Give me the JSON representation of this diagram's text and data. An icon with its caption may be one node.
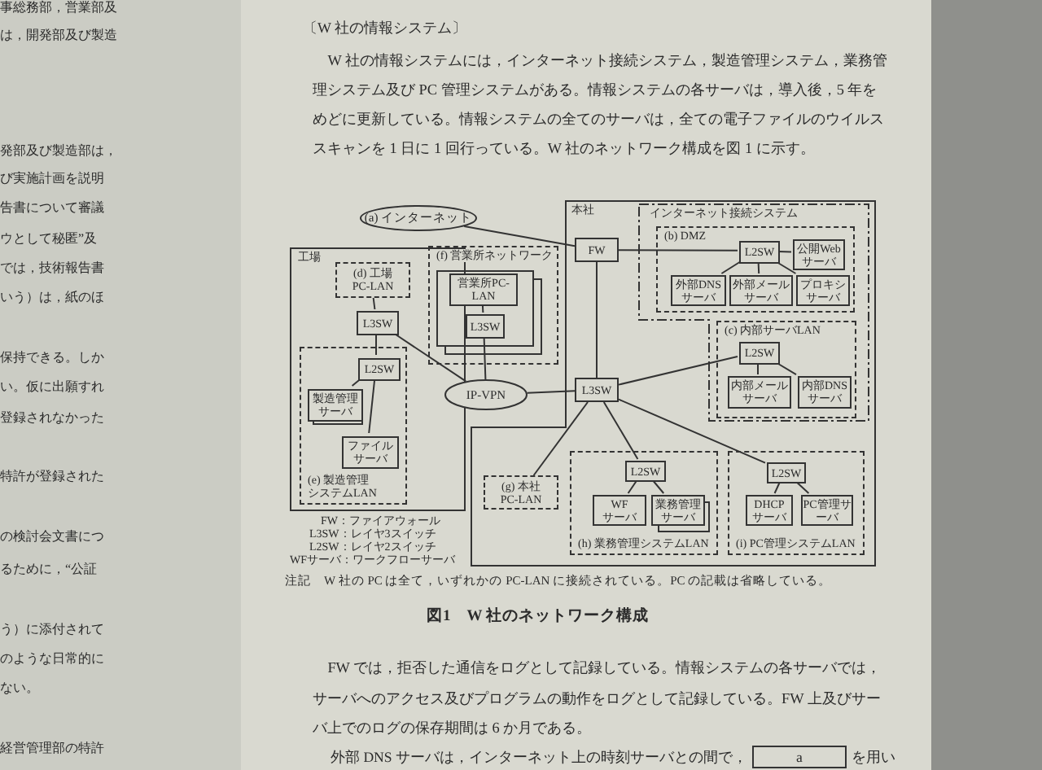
{
  "diagram": {
    "caption": "図1　W 社のネットワーク構成",
    "nodes": [
      {
        "text": [
          "工場"
        ]
      },
      {
        "text": [
          "(d) 工場PC-LAN"
        ],
        "in": 0
      },
      {
        "text": [
          "L3SW"
        ],
        "in": 0
      },
      {
        "text": [
          "(e) 製造管理システムLAN"
        ],
        "in": 0
      },
      {
        "text": [
          "L2SW"
        ],
        "in": 3
      },
      {
        "text": [
          "製造管理サーバ"
        ],
        "in": 3
      },
      {
        "text": [
          "ファイルサーバ"
        ],
        "in": 3
      },
      {
        "text": [
          "(f) 営業所ネットワーク"
        ]
      },
      {
        "text": [
          "営業所PC-LAN"
        ],
        "in": 7
      },
      {
        "text": [
          "L3SW"
        ],
        "in": 7
      },
      {
        "text": [
          "(a) インターネット"
        ]
      },
      {
        "text": [
          "IP-VPN"
        ]
      },
      {
        "text": [
          "本社"
        ]
      },
      {
        "text": [
          "FW"
        ],
        "in": 12
      },
      {
        "text": [
          "インターネット接続システム"
        ],
        "in": 12
      },
      {
        "text": [
          "(b) DMZ"
        ],
        "in": 14
      },
      {
        "text": [
          "L2SW"
        ],
        "in": 15
      },
      {
        "text": [
          "公開Webサーバ"
        ],
        "in": 15
      },
      {
        "text": [
          "外部DNSサーバ"
        ],
        "in": 15
      },
      {
        "text": [
          "外部メールサーバ"
        ],
        "in": 15
      },
      {
        "text": [
          "プロキシサーバ"
        ],
        "in": 15
      },
      {
        "text": [
          "(c) 内部サーバLAN"
        ],
        "in": 14
      },
      {
        "text": [
          "L2SW"
        ],
        "in": 21
      },
      {
        "text": [
          "内部メールサーバ"
        ],
        "in": 21
      },
      {
        "text": [
          "内部DNSサーバ"
        ],
        "in": 21
      },
      {
        "text": [
          "L3SW"
        ],
        "in": 12
      },
      {
        "text": [
          "(g) 本社PC-LAN"
        ],
        "in": 12
      },
      {
        "text": [
          "(h) 業務管理システムLAN"
        ],
        "in": 12
      },
      {
        "text": [
          "L2SW"
        ],
        "in": 27
      },
      {
        "text": [
          "WFサーバ"
        ],
        "in": 27
      },
      {
        "text": [
          "業務管理サーバ"
        ],
        "in": 27
      },
      {
        "text": [
          "(i) PC管理システムLAN"
        ],
        "in": 12
      },
      {
        "text": [
          "L2SW"
        ],
        "in": 31
      },
      {
        "text": [
          "DHCPサーバ"
        ],
        "in": 31
      },
      {
        "text": [
          "PC管理サーバ"
        ],
        "in": 31
      }
    ],
    "edges": [
      {
        "from": 10,
        "to": 13,
        "arrow": "none"
      },
      {
        "from": 13,
        "to": 16,
        "arrow": "none"
      },
      {
        "from": 16,
        "to": 17,
        "arrow": "none"
      },
      {
        "from": 16,
        "to": 18,
        "arrow": "none"
      },
      {
        "from": 16,
        "to": 19,
        "arrow": "none"
      },
      {
        "from": 16,
        "to": 20,
        "arrow": "none"
      },
      {
        "from": 13,
        "to": 25,
        "arrow": "none"
      },
      {
        "from": 25,
        "to": 22,
        "arrow": "none"
      },
      {
        "from": 22,
        "to": 23,
        "arrow": "none"
      },
      {
        "from": 22,
        "to": 24,
        "arrow": "none"
      },
      {
        "from": 25,
        "to": 11,
        "arrow": "none"
      },
      {
        "from": 25,
        "to": 26,
        "arrow": "none"
      },
      {
        "from": 25,
        "to": 28,
        "arrow": "none"
      },
      {
        "from": 25,
        "to": 32,
        "arrow": "none"
      },
      {
        "from": 28,
        "to": 29,
        "arrow": "none"
      },
      {
        "from": 28,
        "to": 30,
        "arrow": "none"
      },
      {
        "from": 32,
        "to": 33,
        "arrow": "none"
      },
      {
        "from": 32,
        "to": 34,
        "arrow": "none"
      },
      {
        "from": 11,
        "to": 9,
        "arrow": "none"
      },
      {
        "from": 9,
        "to": 8,
        "arrow": "none"
      },
      {
        "from": 11,
        "to": 2,
        "arrow": "none"
      },
      {
        "from": 2,
        "to": 1,
        "arrow": "none"
      },
      {
        "from": 2,
        "to": 4,
        "arrow": "none"
      },
      {
        "from": 4,
        "to": 5,
        "arrow": "none"
      },
      {
        "from": 4,
        "to": 6,
        "arrow": "none"
      }
    ],
    "labels": [
      "事総務部，営業部及",
      "は，開発部及び製造",
      "発部及び製造部は，",
      "び実施計画を説明",
      "告書について審議",
      "ウとして秘匿”及",
      "では，技術報告書",
      "いう）は，紙のほ",
      "保持できる。しか",
      "い。仮に出願すれ",
      "登録されなかった",
      "特許が登録された",
      "の検討会文書につ",
      "るために，“公証",
      "う）に添付されて",
      "のような日常的に",
      "ない。",
      "経営管理部の特許",
      "〔W 社の情報システム〕",
      "W 社の情報システムには，インターネット接続システム，製造管理システム，業務管理システム及び PC 管理システムがある。情報システムの各サーバは，導入後，5 年をめどに更新している。情報システムの全てのサーバは，全ての電子ファイルのウイルススキャンを 1 日に 1 回行っている。W 社のネットワーク構成を図 1 に示す。",
      "FW：ファイアウォール",
      "L3SW：レイヤ3スイッチ",
      "L2SW：レイヤ2スイッチ",
      "WFサーバ：ワークフローサーバ",
      "注記　W 社の PC は全て，いずれかの PC-LAN に接続されている。PC の記載は省略している。",
      "FW では，拒否した通信をログとして記録している。情報システムの各サーバでは，サーバへのアクセス及びプログラムの動作をログとして記録している。FW 上及びサーバ上でのログの保存期間は 6 か月である。",
      "外部 DNS サーバは，インターネット上の時刻サーバとの間で，",
      "a",
      "を用い"
    ]
  }
}
